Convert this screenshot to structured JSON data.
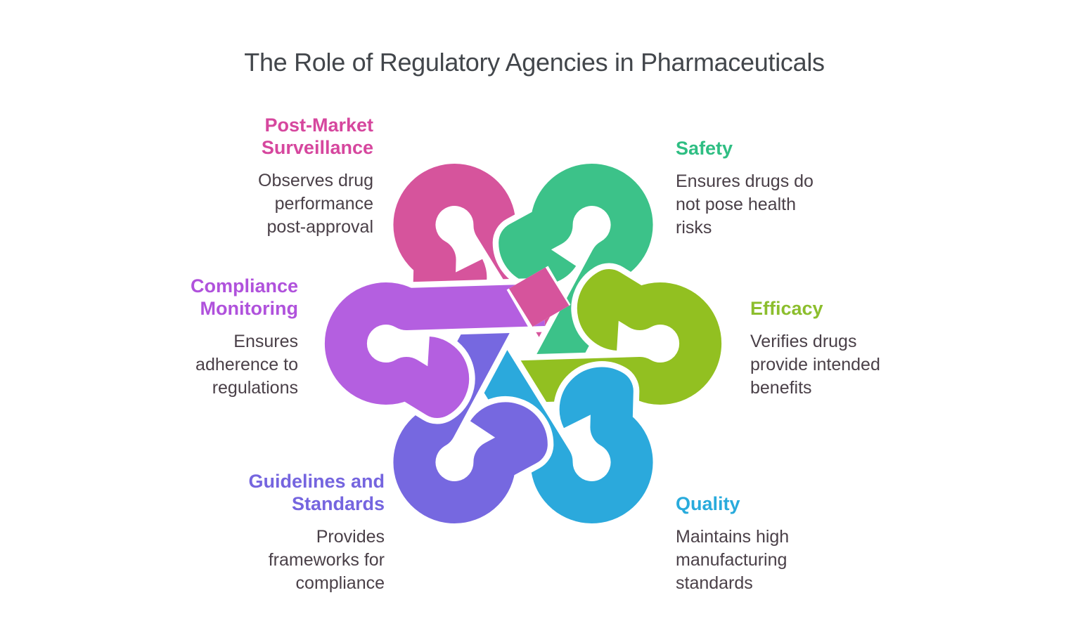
{
  "title": "The Role of Regulatory Agencies in Pharmaceuticals",
  "diagram": {
    "type": "interlocking-loop-knot",
    "background": "#FFFFFF",
    "title_color": "#42464B",
    "body_text_color": "#4A4048",
    "items": [
      {
        "id": "post-market-surveillance",
        "label": "Post-Market\nSurveillance",
        "description": "Observes drug\nperformance\npost-approval",
        "color": "#D6549C",
        "label_color": "#D6479E",
        "align": "right"
      },
      {
        "id": "safety",
        "label": "Safety",
        "description": "Ensures drugs do\nnot pose health\nrisks",
        "color": "#3CC289",
        "label_color": "#2FBE83",
        "align": "left"
      },
      {
        "id": "efficacy",
        "label": "Efficacy",
        "description": "Verifies drugs\nprovide intended\nbenefits",
        "color": "#92C021",
        "label_color": "#8CBE2D",
        "align": "left"
      },
      {
        "id": "quality",
        "label": "Quality",
        "description": "Maintains high\nmanufacturing\nstandards",
        "color": "#2BA9DC",
        "label_color": "#29ABDC",
        "align": "left"
      },
      {
        "id": "guidelines-standards",
        "label": "Guidelines and\nStandards",
        "description": "Provides\nframeworks for\ncompliance",
        "color": "#7668E0",
        "label_color": "#7565DF",
        "align": "right"
      },
      {
        "id": "compliance-monitoring",
        "label": "Compliance\nMonitoring",
        "description": "Ensures\nadherence to\nregulations",
        "color": "#B45FE0",
        "label_color": "#B052DC",
        "align": "right"
      }
    ]
  }
}
